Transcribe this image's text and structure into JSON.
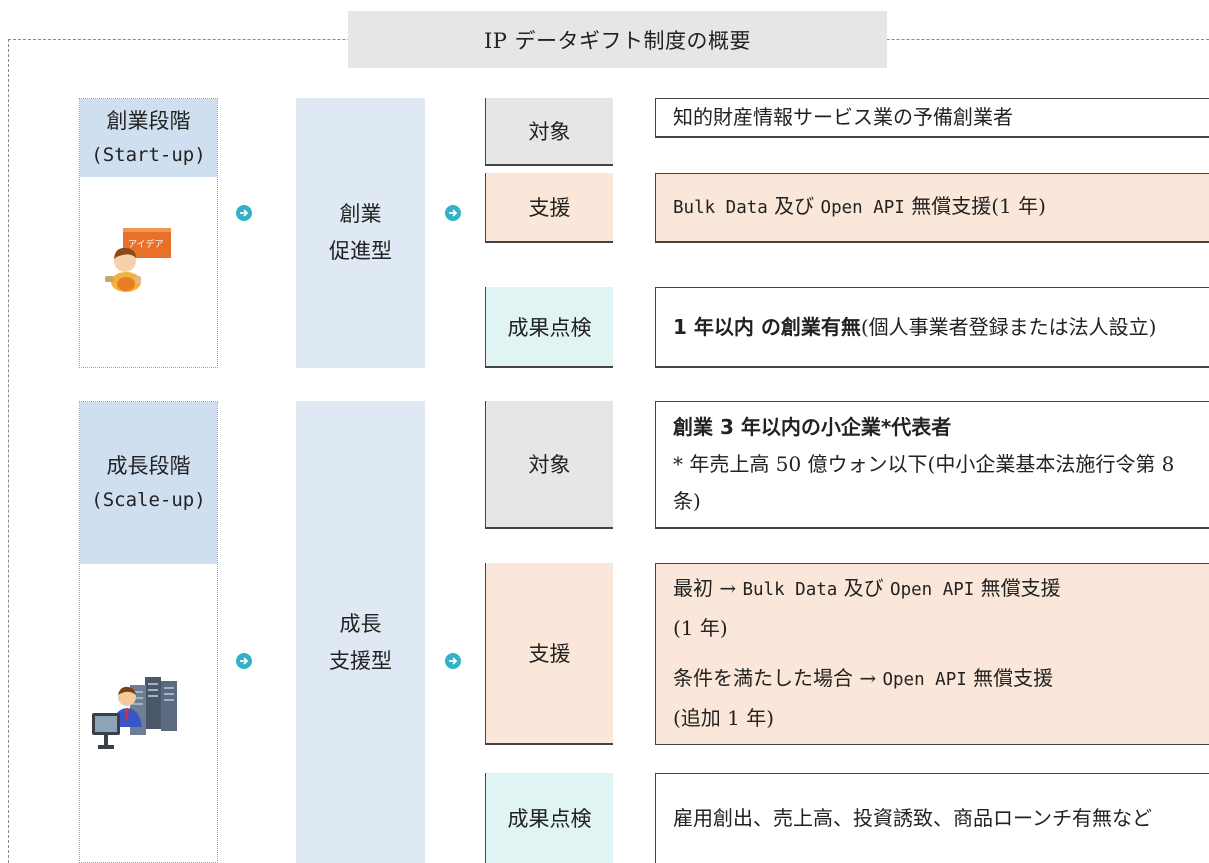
{
  "title": "IP データギフト制度の概要",
  "colors": {
    "stage_header": "#cfdff0",
    "type_column": "#dfe9f3",
    "label_gray": "#e6e6e6",
    "label_peach": "#fbe7d9",
    "label_teal": "#e1f4f4",
    "arrow": "#33b1c9"
  },
  "stages": [
    {
      "name": "創業段階",
      "name_en": "(Start-up)",
      "illustration": "person-with-idea-sign-icon",
      "illustration_text": "アイデア",
      "type_line1": "創業",
      "type_line2": "促進型",
      "rows": [
        {
          "label": "対象",
          "content": "知的財産情報サービス業の予備創業者"
        },
        {
          "label": "支援",
          "content_en": "Bulk Data",
          "content_mid": " 及び ",
          "content_en2": "Open API",
          "content_tail": " 無償支援(1 年)"
        },
        {
          "label": "成果点検",
          "content_bold": "1 年以内 の創業有無",
          "content": "(個人事業者登録または法人設立)"
        }
      ]
    },
    {
      "name": "成長段階",
      "name_en": "(Scale-up)",
      "illustration": "person-with-computer-and-servers-icon",
      "type_line1": "成長",
      "type_line2": "支援型",
      "rows": [
        {
          "label": "対象",
          "content_bold": "創業 3 年以内の小企業*代表者",
          "content": "* 年売上高 50 億ウォン以下(中小企業基本法施行令第 8 条)"
        },
        {
          "label": "支援",
          "content_a_prefix": "最初 → ",
          "content_a_en": "Bulk Data",
          "content_a_mid": " 及び ",
          "content_a_en2": "Open API",
          "content_a_tail": " 無償支援",
          "content_a_line2": "(1 年)",
          "content_b_prefix": "条件を満たした場合 → ",
          "content_b_en": "Open API",
          "content_b_tail": " 無償支援",
          "content_b_line2": "(追加 1 年)"
        },
        {
          "label": "成果点検",
          "content": "雇用創出、売上高、投資誘致、商品ローンチ有無など"
        }
      ]
    }
  ]
}
